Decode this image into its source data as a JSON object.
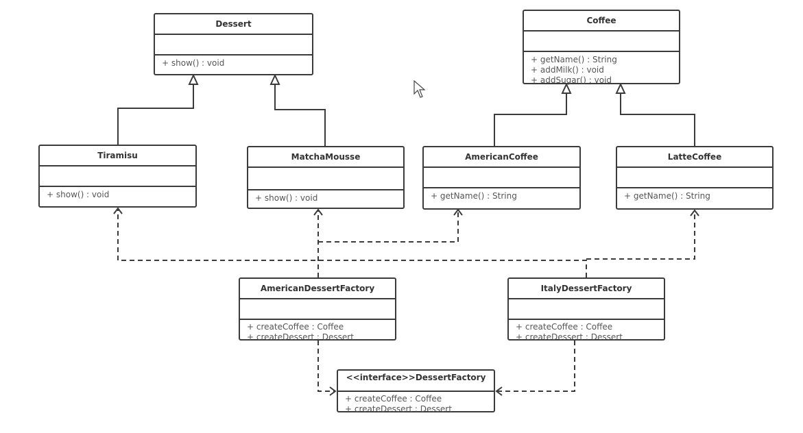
{
  "classes": {
    "dessert": {
      "name": "Dessert",
      "ops": [
        "+ show() : void"
      ]
    },
    "tiramisu": {
      "name": "Tiramisu",
      "ops": [
        "+ show() : void"
      ]
    },
    "matcha": {
      "name": "MatchaMousse",
      "ops": [
        "+ show() : void"
      ]
    },
    "coffee": {
      "name": "Coffee",
      "ops": [
        "+ getName() : String",
        "+ addMilk() : void",
        "+ addSugar() : void"
      ]
    },
    "americancoffee": {
      "name": "AmericanCoffee",
      "ops": [
        "+ getName() : String"
      ]
    },
    "lattecoffee": {
      "name": "LatteCoffee",
      "ops": [
        "+ getName() : String"
      ]
    },
    "adf": {
      "name": "AmericanDessertFactory",
      "ops": [
        "+ createCoffee : Coffee",
        "+ createDessert : Dessert"
      ]
    },
    "idf": {
      "name": "ItalyDessertFactory",
      "ops": [
        "+ createCoffee : Coffee",
        "+ createDessert : Dessert"
      ]
    },
    "iface": {
      "name": "<<interface>>DessertFactory",
      "ops": [
        "+ createCoffee : Coffee",
        "+ createDessert : Dessert"
      ]
    }
  },
  "relations": [
    {
      "type": "generalization",
      "from": "Tiramisu",
      "to": "Dessert"
    },
    {
      "type": "generalization",
      "from": "MatchaMousse",
      "to": "Dessert"
    },
    {
      "type": "generalization",
      "from": "AmericanCoffee",
      "to": "Coffee"
    },
    {
      "type": "generalization",
      "from": "LatteCoffee",
      "to": "Coffee"
    },
    {
      "type": "dependency",
      "from": "AmericanDessertFactory",
      "to": "MatchaMousse"
    },
    {
      "type": "dependency",
      "from": "AmericanDessertFactory",
      "to": "AmericanCoffee"
    },
    {
      "type": "dependency",
      "from": "ItalyDessertFactory",
      "to": "Tiramisu"
    },
    {
      "type": "dependency",
      "from": "ItalyDessertFactory",
      "to": "LatteCoffee"
    },
    {
      "type": "realization",
      "from": "AmericanDessertFactory",
      "to": "<<interface>>DessertFactory"
    },
    {
      "type": "realization",
      "from": "ItalyDessertFactory",
      "to": "<<interface>>DessertFactory"
    }
  ],
  "colors": {
    "line": "#3a3a3a",
    "text": "#333333",
    "ops_text": "#555555"
  },
  "icons": {
    "cursor": "mouse-pointer-icon"
  }
}
